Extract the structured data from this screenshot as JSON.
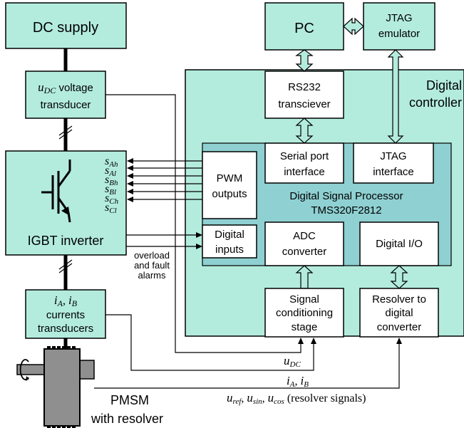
{
  "blocks": {
    "dc_supply": "DC supply",
    "voltage_transducer": {
      "var": "u",
      "sub": "DC",
      "line1_rest": " voltage",
      "line2": "transducer"
    },
    "igbt_inverter": "IGBT inverter",
    "currents_transducers": {
      "var1": "i",
      "sub1": "A",
      "sep": ", ",
      "var2": "i",
      "sub2": "B",
      "line2": "currents",
      "line3": "transducers"
    },
    "pc": "PC",
    "jtag_emulator": {
      "line1": "JTAG",
      "line2": "emulator"
    },
    "digital_controller": {
      "line1": "Digital",
      "line2": "controller"
    },
    "rs232": {
      "line1": "RS232",
      "line2": "transciever"
    },
    "serial_port": {
      "line1": "Serial port",
      "line2": "interface"
    },
    "jtag_interface": {
      "line1": "JTAG",
      "line2": "interface"
    },
    "pwm_outputs": {
      "line1": "PWM",
      "line2": "outputs"
    },
    "digital_inputs": {
      "line1": "Digital",
      "line2": "inputs"
    },
    "dsp": {
      "line1": "Digital Signal Processor",
      "line2": "TMS320F2812"
    },
    "adc": {
      "line1": "ADC",
      "line2": "converter"
    },
    "digital_io": "Digital I/O",
    "signal_conditioning": {
      "line1": "Signal",
      "line2": "conditioning",
      "line3": "stage"
    },
    "resolver_converter": {
      "line1": "Resolver to",
      "line2": "digital",
      "line3": "converter"
    },
    "pmsm": {
      "line1": "PMSM",
      "line2": "with resolver"
    }
  },
  "signals": {
    "pwm": [
      {
        "var": "s",
        "sub": "Ah"
      },
      {
        "var": "s",
        "sub": "Al"
      },
      {
        "var": "s",
        "sub": "Bh"
      },
      {
        "var": "s",
        "sub": "Bl"
      },
      {
        "var": "s",
        "sub": "Ch"
      },
      {
        "var": "s",
        "sub": "Cl"
      }
    ],
    "alarms": {
      "line1": "overload",
      "line2": "and fault",
      "line3": "alarms"
    },
    "udc": {
      "var": "u",
      "sub": "DC"
    },
    "currents": {
      "var1": "i",
      "sub1": "A",
      "sep": ", ",
      "var2": "i",
      "sub2": "B"
    },
    "resolver": {
      "var1": "u",
      "sub1": "ref",
      "var2": "u",
      "sub2": "sin",
      "var3": "u",
      "sub3": "cos",
      "sep": ", ",
      "suffix": " (resolver signals)"
    }
  },
  "colors": {
    "block_fill": "#b3ecdd",
    "controller_fill": "#b3ecdd",
    "dsp_fill": "#8fd0d2",
    "white_block": "#ffffff",
    "arrow_fill": "#b3ecdd",
    "motor": "#8f8f8f"
  }
}
